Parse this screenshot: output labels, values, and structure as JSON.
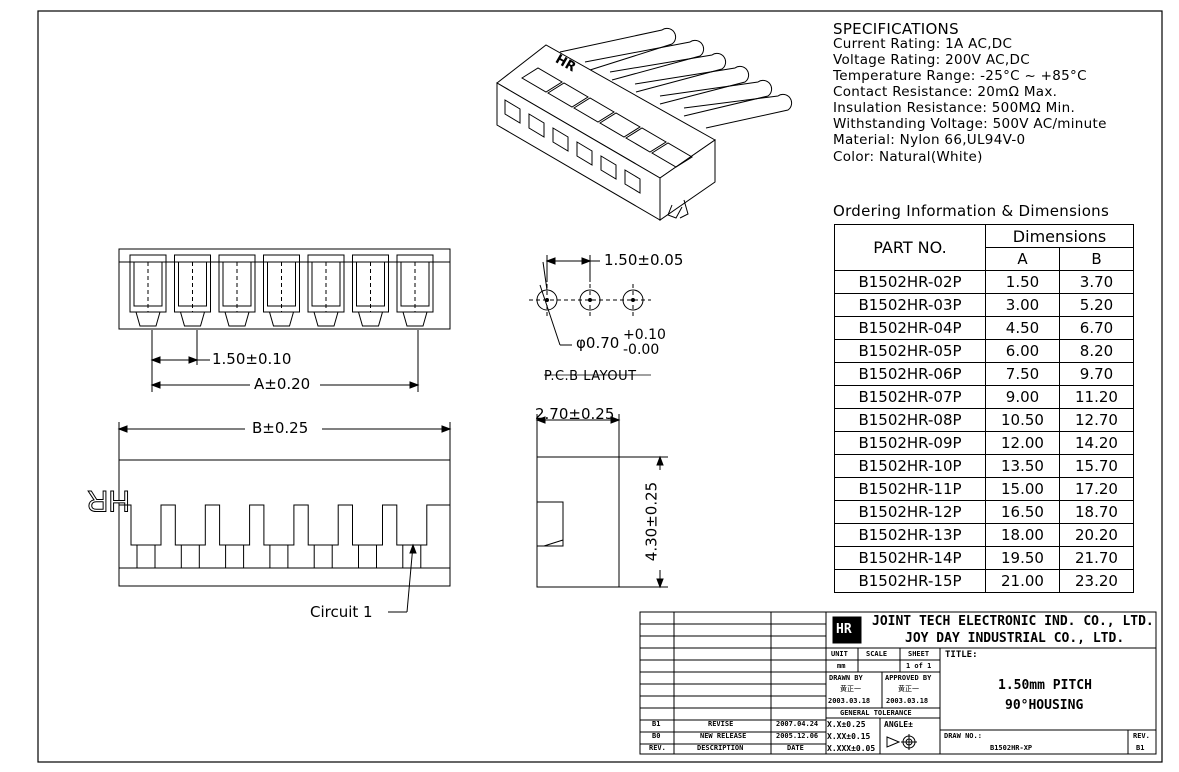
{
  "specs": {
    "heading": "SPECIFICATIONS",
    "lines": [
      "Current Rating: 1A AC,DC",
      "Voltage Rating: 200V AC,DC",
      "Temperature Range: -25°C ~ +85°C",
      "Contact Resistance: 20mΩ Max.",
      "Insulation Resistance: 500MΩ Min.",
      "Withstanding Voltage: 500V AC/minute",
      "Material: Nylon 66,UL94V-0",
      "Color: Natural(White)"
    ]
  },
  "ordering": {
    "title": "Ordering Information & Dimensions",
    "col_part": "PART NO.",
    "col_dims": "Dimensions",
    "col_a": "A",
    "col_b": "B",
    "rows": [
      [
        "B1502HR-02P",
        "1.50",
        "3.70"
      ],
      [
        "B1502HR-03P",
        "3.00",
        "5.20"
      ],
      [
        "B1502HR-04P",
        "4.50",
        "6.70"
      ],
      [
        "B1502HR-05P",
        "6.00",
        "8.20"
      ],
      [
        "B1502HR-06P",
        "7.50",
        "9.70"
      ],
      [
        "B1502HR-07P",
        "9.00",
        "11.20"
      ],
      [
        "B1502HR-08P",
        "10.50",
        "12.70"
      ],
      [
        "B1502HR-09P",
        "12.00",
        "14.20"
      ],
      [
        "B1502HR-10P",
        "13.50",
        "15.70"
      ],
      [
        "B1502HR-11P",
        "15.00",
        "17.20"
      ],
      [
        "B1502HR-12P",
        "16.50",
        "18.70"
      ],
      [
        "B1502HR-13P",
        "18.00",
        "20.20"
      ],
      [
        "B1502HR-14P",
        "19.50",
        "21.70"
      ],
      [
        "B1502HR-15P",
        "21.00",
        "23.20"
      ]
    ]
  },
  "drawing": {
    "pitch_dim": "1.50±0.10",
    "a_dim": "A±0.20",
    "pcb_pitch": "1.50±0.05",
    "hole_dia": "φ0.70",
    "hole_tol_plus": "+0.10",
    "hole_tol_minus": "-0.00",
    "pcb_label": "P.C.B LAYOUT",
    "b_dim": "B±0.25",
    "depth_dim": "2.70±0.25",
    "height_dim": "4.30±0.25",
    "circuit_label": "Circuit 1",
    "hr_mark": "HR"
  },
  "titleblock": {
    "company1": "JOINT TECH ELECTRONIC IND. CO., LTD.",
    "company2": "JOY DAY INDUSTRIAL CO., LTD.",
    "logo_text": "HR",
    "unit_label": "UNIT",
    "scale_label": "SCALE",
    "sheet_label": "SHEET",
    "unit_value": "mm",
    "sheet_value": "1 of 1",
    "title_label": "TITLE:",
    "drawn_by_label": "DRAWN BY",
    "approved_by_label": "APPROVED BY",
    "drawn_by_name": "黄正一",
    "approved_by_name": "黄正一",
    "drawn_date": "2003.03.18",
    "approved_date": "2003.03.18",
    "gen_tol_label": "GENERAL TOLERANCE",
    "tol1": "X.X±0.25",
    "tol2": "X.XX±0.15",
    "tol3": "X.XXX±0.05",
    "angle_label": "ANGLE±",
    "title_line1": "1.50mm PITCH",
    "title_line2": "90°HOUSING",
    "draw_no_label": "DRAW NO.:",
    "draw_no": "B1502HR-XP",
    "rev_label": "REV.",
    "rev_value": "B1",
    "rev_rows": [
      [
        "B1",
        "REVISE",
        "2007.04.24"
      ],
      [
        "B0",
        "NEW RELEASE",
        "2005.12.06"
      ]
    ],
    "rev_header": [
      "REV.",
      "DESCRIPTION",
      "DATE"
    ]
  }
}
